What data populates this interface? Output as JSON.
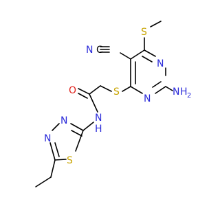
{
  "molecule": {
    "atoms": {
      "nitrile_c": "C",
      "nitrile_n": "N",
      "methylthio_s": "S",
      "ring_n_top": "N",
      "amino_n": "N",
      "amino_h": "H",
      "amino_h_count": "2",
      "ring_n_bottom": "N",
      "thioether_s": "S",
      "carbonyl_o": "O",
      "amide_n": "N",
      "amide_h": "H",
      "thiadiazole_n1": "N",
      "thiadiazole_n2": "N",
      "thiadiazole_s": "S"
    }
  },
  "colors": {
    "bond": "#000000",
    "carbon": "#000000",
    "nitrogen": "#2b2bd9",
    "sulfur": "#c8a400",
    "oxygen": "#e0201b"
  }
}
